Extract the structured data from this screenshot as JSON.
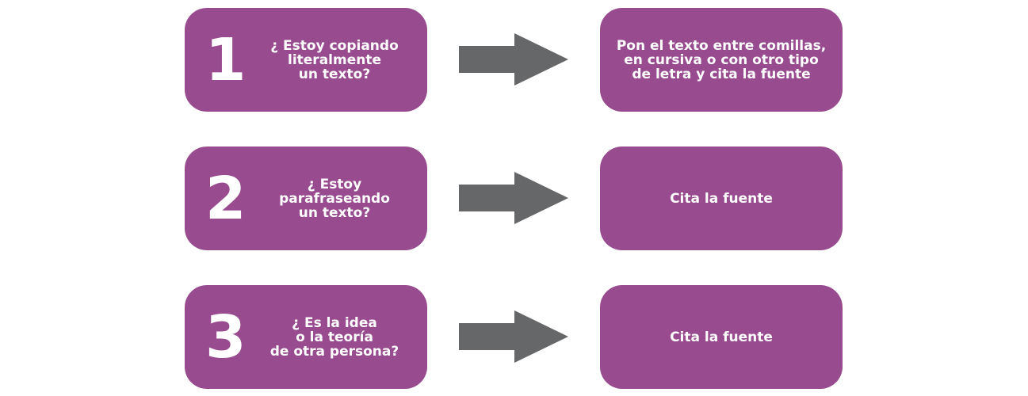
{
  "colors": {
    "box": "#984b8f",
    "arrow": "#666769",
    "text": "#ffffff",
    "background": "#ffffff"
  },
  "rows": [
    {
      "number": "1",
      "question": "¿ Estoy copiando\nliteralmente\nun texto?",
      "answer": "Pon el texto entre comillas,\nen cursiva o con otro tipo\nde letra y cita la fuente"
    },
    {
      "number": "2",
      "question": "¿ Estoy\nparafraseando\nun texto?",
      "answer": "Cita la fuente"
    },
    {
      "number": "3",
      "question": "¿ Es la idea\no la teoría\nde otra persona?",
      "answer": "Cita la fuente"
    }
  ]
}
